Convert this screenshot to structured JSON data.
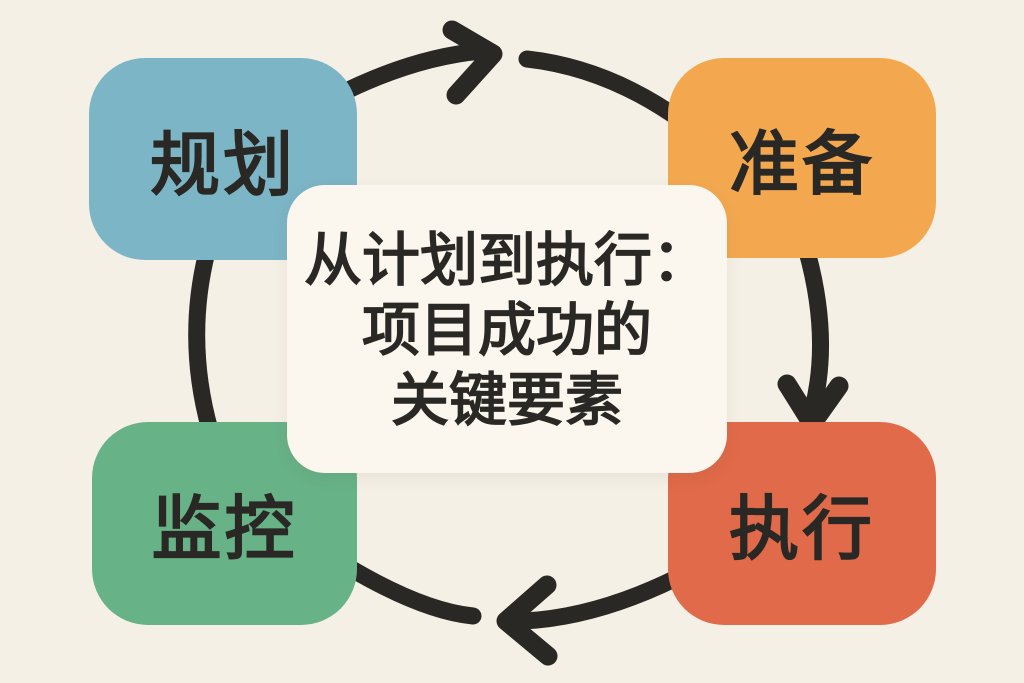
{
  "colors": {
    "bg": "#f5f0e5",
    "card": "#fbf7ee",
    "ink": "#2a2824",
    "planning": "#7cb5c6",
    "preparation": "#f3a84f",
    "execution": "#e06a49",
    "monitoring": "#68b288"
  },
  "title_card": {
    "lines": [
      "从计划到执行：",
      "项目成功的",
      "关键要素"
    ]
  },
  "steps": [
    {
      "id": "planning",
      "label": "规划",
      "position": "top-left"
    },
    {
      "id": "preparation",
      "label": "准备",
      "position": "top-right"
    },
    {
      "id": "execution",
      "label": "执行",
      "position": "bottom-right"
    },
    {
      "id": "monitoring",
      "label": "监控",
      "position": "bottom-left"
    }
  ],
  "flow": {
    "direction": "clockwise",
    "arrows": [
      {
        "name": "top-arrow",
        "points": "right"
      },
      {
        "name": "right-arrow",
        "points": "down"
      },
      {
        "name": "bottom-arrow",
        "points": "left"
      },
      {
        "name": "left-arc",
        "points": "none"
      }
    ]
  }
}
